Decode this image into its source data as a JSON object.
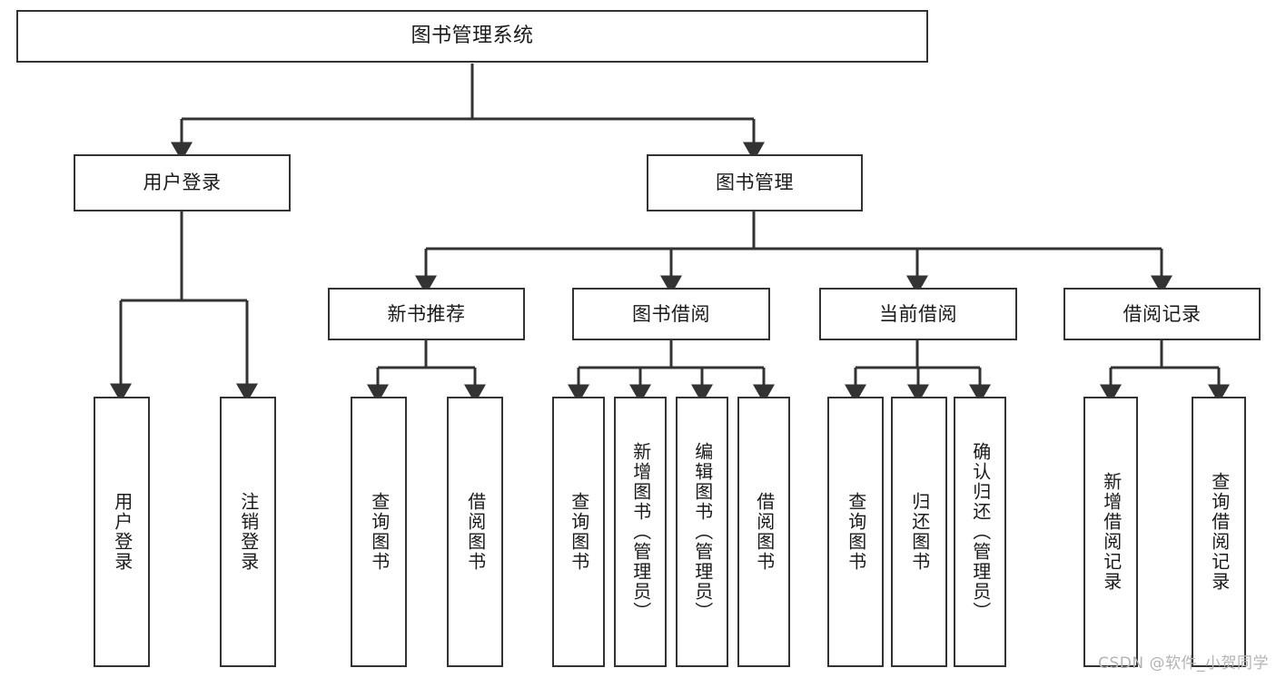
{
  "diagram": {
    "title": "图书管理系统",
    "type": "tree",
    "watermark": "CSDN @软件_小贺同学",
    "colors": {
      "node_border": "#333333",
      "node_fill": "#ffffff",
      "edge": "#333333",
      "text": "#1a1a1a",
      "watermark": "#b3b3b3",
      "background": "#ffffff"
    },
    "nodes": {
      "root": {
        "label": "图书管理系统"
      },
      "level2": [
        {
          "label": "用户登录"
        },
        {
          "label": "图书管理"
        }
      ],
      "level3": [
        {
          "label": "新书推荐"
        },
        {
          "label": "图书借阅"
        },
        {
          "label": "当前借阅"
        },
        {
          "label": "借阅记录"
        }
      ],
      "leaves_user_login": [
        {
          "label": "用户登录"
        },
        {
          "label": "注销登录"
        }
      ],
      "leaves_new_book": [
        {
          "label": "查询图书"
        },
        {
          "label": "借阅图书"
        }
      ],
      "leaves_borrow": [
        {
          "label": "查询图书"
        },
        {
          "label": "新增图书（管理员）"
        },
        {
          "label": "编辑图书（管理员）"
        },
        {
          "label": "借阅图书"
        }
      ],
      "leaves_current": [
        {
          "label": "查询图书"
        },
        {
          "label": "归还图书"
        },
        {
          "label": "确认归还（管理员）"
        }
      ],
      "leaves_record": [
        {
          "label": "新增借阅记录"
        },
        {
          "label": "查询借阅记录"
        }
      ]
    }
  }
}
